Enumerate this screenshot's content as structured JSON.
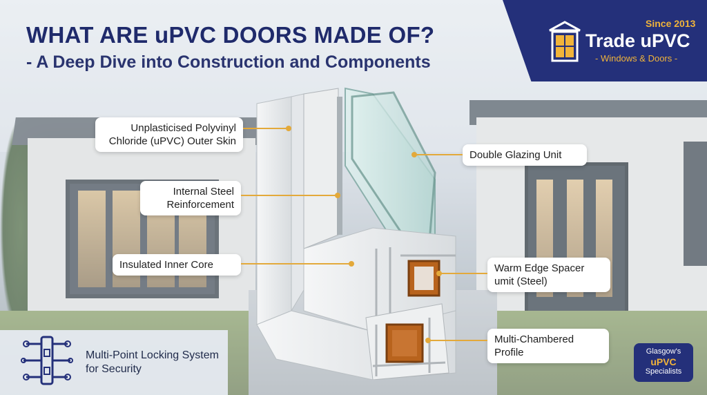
{
  "header": {
    "title": "WHAT ARE uPVC DOORS MADE OF?",
    "subtitle": "- A Deep Dive into Construction and Components"
  },
  "logo": {
    "since": "Since 2013",
    "name": "Trade uPVC",
    "tagline": "- Windows & Doors -",
    "icon": "window-house-icon"
  },
  "callouts": {
    "outer_skin": "Unplasticised Polyvinyl Chloride (uPVC) Outer Skin",
    "steel": "Internal Steel Reinforcement",
    "core": "Insulated Inner Core",
    "glazing": "Double Glazing Unit",
    "spacer": "Warm Edge Spacer umit (Steel)",
    "profile": "Multi-Chambered Profile"
  },
  "feature": {
    "icon": "multi-point-lock-icon",
    "text": "Multi-Point Locking System for Security"
  },
  "badge": {
    "line1": "Glasgow's",
    "line2": "uPVC",
    "line3": "Specialists"
  },
  "colors": {
    "navy": "#24307a",
    "title": "#1f2a6b",
    "accent": "#e3a93a",
    "gold": "#f1b43a"
  }
}
